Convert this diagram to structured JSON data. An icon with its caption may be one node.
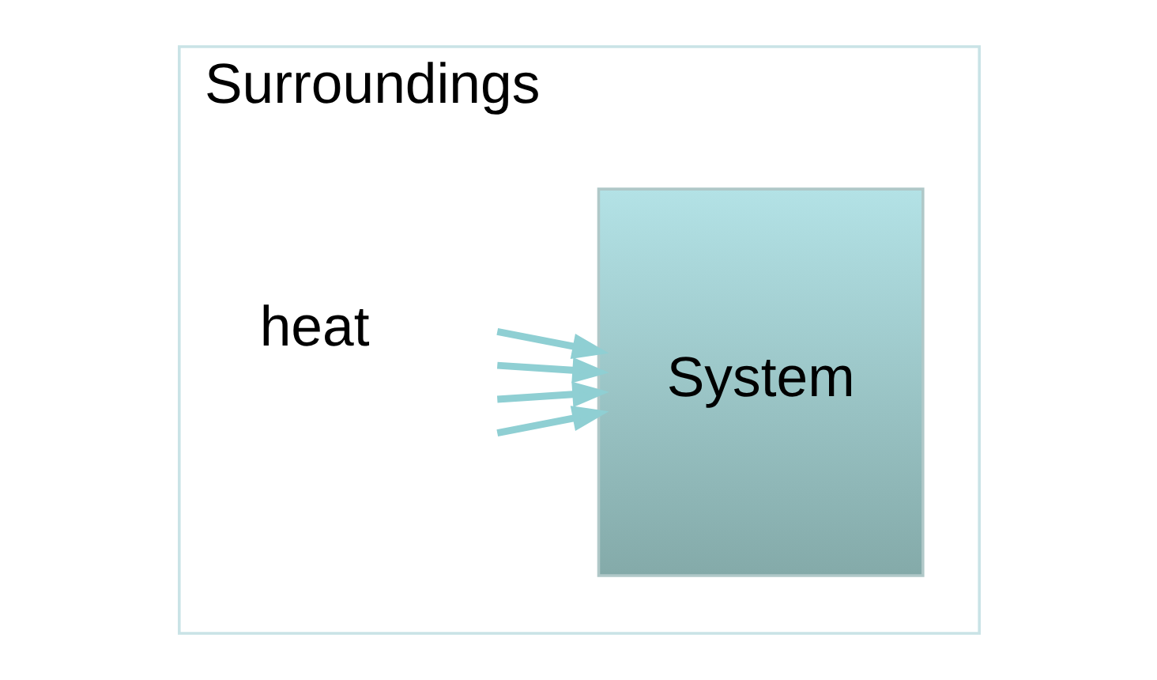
{
  "diagram": {
    "nodes": [
      {
        "text": [
          "Surroundings"
        ]
      },
      {
        "text": [
          "System"
        ],
        "in": 0
      }
    ],
    "edges": [
      {
        "from": null,
        "to": 1,
        "arrow": "to"
      },
      {
        "from": null,
        "to": 1,
        "arrow": "to"
      },
      {
        "from": null,
        "to": 1,
        "arrow": "to"
      },
      {
        "from": null,
        "to": 1,
        "arrow": "to"
      }
    ],
    "labels": [
      "heat"
    ]
  }
}
